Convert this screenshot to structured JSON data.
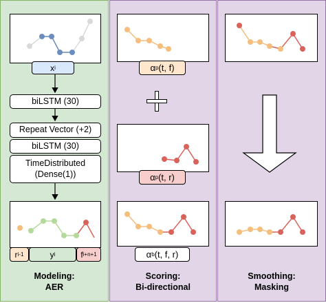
{
  "colors": {
    "modeling_bg": "#d5e8d4",
    "scoring_bg": "#e1d5e7",
    "tag_blue": "#dae8fc",
    "tag_orange": "#ffe6cc",
    "tag_green": "#d5e8d4",
    "tag_red": "#f8cecc",
    "series_blue": "#6c8ebf",
    "series_gray": "#d9d9d9",
    "series_orange": "#f5be7c",
    "series_green": "#b5d99b",
    "series_red": "#d9625b"
  },
  "modeling": {
    "input_label": "x",
    "input_sub": "i",
    "layer1": "biLSTM (30)",
    "layer2": "Repeat Vector (+2)",
    "layer3": "biLSTM (30)",
    "layer4_line1": "TimeDistributed",
    "layer4_line2": "(Dense(1))",
    "out_left": "r",
    "out_left_sub": "i-1",
    "out_mid": "y",
    "out_mid_sub": "i",
    "out_right": "f",
    "out_right_sub": "i+n+1",
    "caption_line1": "Modeling:",
    "caption_line2": "AER"
  },
  "scoring": {
    "alpha": "α",
    "forward_sub": "p",
    "forward_args": "(t, f)",
    "plus": "+",
    "reverse_sub": "p",
    "reverse_args": "(t, r)",
    "bidir_sub": "b",
    "bidir_args": "(t, f, r)",
    "caption_line1": "Scoring:",
    "caption_line2": "Bi-directional"
  },
  "smoothing": {
    "caption_line1": "Smoothing:",
    "caption_line2": "Masking"
  }
}
